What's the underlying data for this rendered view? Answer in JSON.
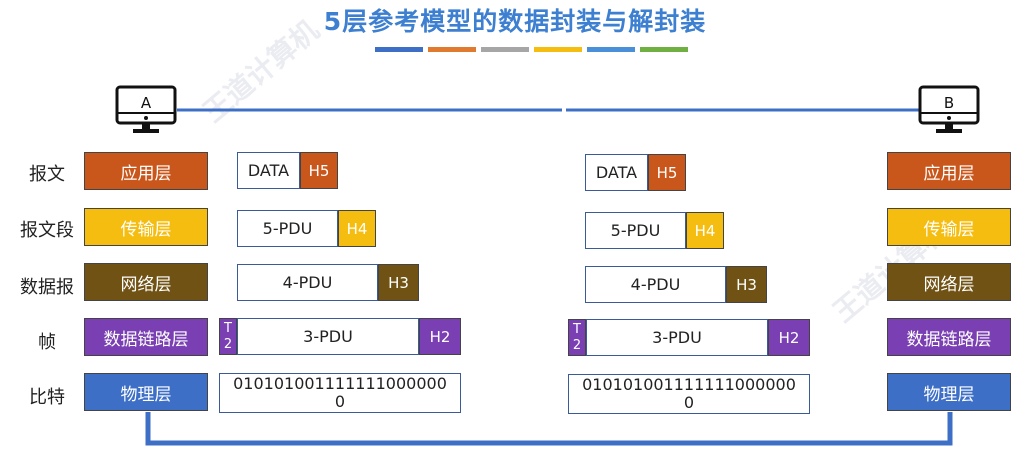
{
  "title": "5层参考模型的数据封装与解封装",
  "color_bars": [
    "#3e6fc7",
    "#e07a2e",
    "#a6a6a6",
    "#f5bd10",
    "#4a90d9",
    "#70b043"
  ],
  "hosts": {
    "left": "A",
    "right": "B"
  },
  "row_labels": [
    "报文",
    "报文段",
    "数据报",
    "帧",
    "比特"
  ],
  "layers": [
    "应用层",
    "传输层",
    "网络层",
    "数据链路层",
    "物理层"
  ],
  "units": {
    "data": "DATA",
    "h5": "H5",
    "pdu5": "5-PDU",
    "h4": "H4",
    "pdu4": "4-PDU",
    "h3": "H3",
    "pdu3": "3-PDU",
    "h2": "H2",
    "t2_top": "T",
    "t2_bottom": "2",
    "bits": "010101001111111000000 0"
  },
  "watermark": "王道计算机"
}
